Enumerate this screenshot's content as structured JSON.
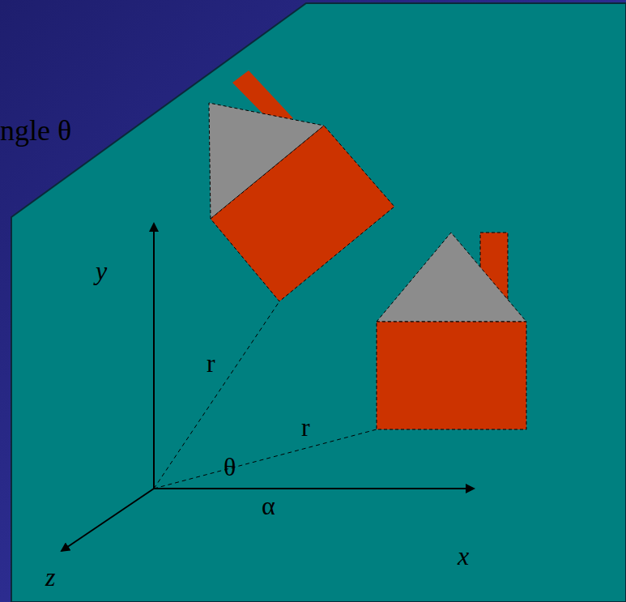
{
  "diagram": {
    "labels": [
      "ngle θ",
      "y",
      "x",
      "z",
      "r",
      "r",
      "θ",
      "α"
    ]
  }
}
